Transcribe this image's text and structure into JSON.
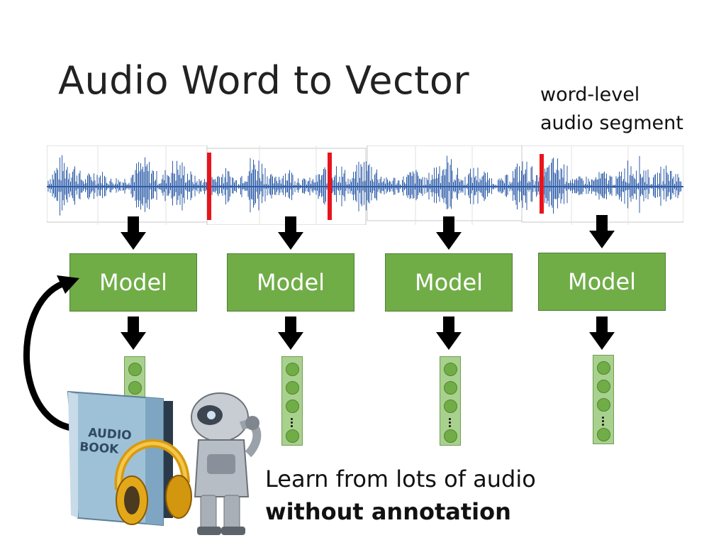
{
  "title": "Audio Word to Vector",
  "segment_label": {
    "line1": "word-level",
    "line2": "audio segment"
  },
  "models": [
    {
      "label": "Model"
    },
    {
      "label": "Model"
    },
    {
      "label": "Model"
    },
    {
      "label": "Model"
    }
  ],
  "caption": {
    "line1": "Learn from lots of audio",
    "line2": "without annotation"
  },
  "book": {
    "line1": "AUDIO",
    "line2": "BOOK"
  },
  "colors": {
    "model_fill": "#70ad47",
    "vector_fill": "#a9d18e",
    "waveform": "#2e5ca8",
    "segment_marker": "#e8141b",
    "arrow": "#000000"
  },
  "icons": [
    "down-arrow-icon",
    "curved-arrow-icon",
    "audiobook-icon",
    "headphones-icon",
    "robot-icon"
  ]
}
